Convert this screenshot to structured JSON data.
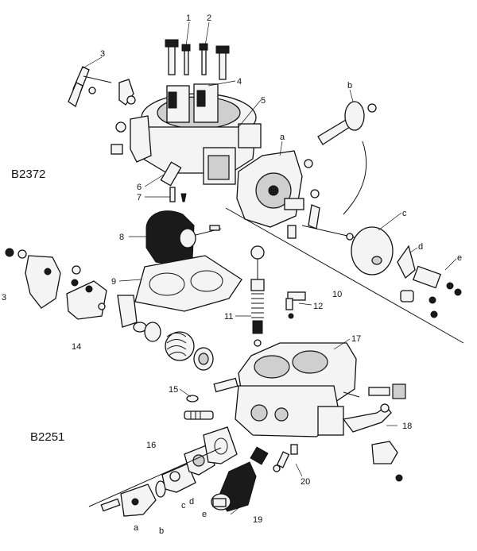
{
  "model_codes": {
    "upper": "B2372",
    "lower": "B2251"
  },
  "callouts": [
    {
      "id": "c1",
      "text": "1"
    },
    {
      "id": "c2",
      "text": "2"
    },
    {
      "id": "c3a",
      "text": "3"
    },
    {
      "id": "c4",
      "text": "4"
    },
    {
      "id": "c5",
      "text": "5"
    },
    {
      "id": "c6",
      "text": "6"
    },
    {
      "id": "c7",
      "text": "7"
    },
    {
      "id": "c8",
      "text": "8"
    },
    {
      "id": "c9",
      "text": "9"
    },
    {
      "id": "c3b",
      "text": "3"
    },
    {
      "id": "c10",
      "text": "10"
    },
    {
      "id": "c11",
      "text": "11"
    },
    {
      "id": "c12",
      "text": "12"
    },
    {
      "id": "c14",
      "text": "14"
    },
    {
      "id": "c15",
      "text": "15"
    },
    {
      "id": "c16",
      "text": "16"
    },
    {
      "id": "c17",
      "text": "17"
    },
    {
      "id": "c18",
      "text": "18"
    },
    {
      "id": "c19",
      "text": "19"
    },
    {
      "id": "c20",
      "text": "20"
    },
    {
      "id": "ua",
      "text": "a"
    },
    {
      "id": "ub",
      "text": "b"
    },
    {
      "id": "uc",
      "text": "c"
    },
    {
      "id": "ud",
      "text": "d"
    },
    {
      "id": "ue",
      "text": "e"
    },
    {
      "id": "la",
      "text": "a"
    },
    {
      "id": "lb",
      "text": "b"
    },
    {
      "id": "lc",
      "text": "c"
    },
    {
      "id": "ld",
      "text": "d"
    },
    {
      "id": "le",
      "text": "e"
    }
  ]
}
